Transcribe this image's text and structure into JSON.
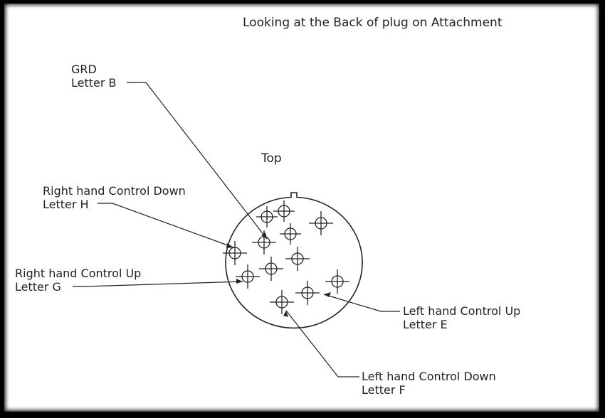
{
  "title": "Looking at the Back of plug on Attachment",
  "orientation_label": "Top",
  "callouts": {
    "grd": {
      "line1": "GRD",
      "line2": "Letter B"
    },
    "rh_down": {
      "line1": "Right hand Control Down",
      "line2": "Letter H"
    },
    "rh_up": {
      "line1": "Right hand Control Up",
      "line2": "Letter G"
    },
    "lh_up": {
      "line1": "Left hand Control Up",
      "line2": "Letter E"
    },
    "lh_down": {
      "line1": "Left hand Control Down",
      "line2": "Letter F"
    }
  },
  "colors": {
    "line": "#222222",
    "background": "#ffffff",
    "border": "#000000"
  }
}
